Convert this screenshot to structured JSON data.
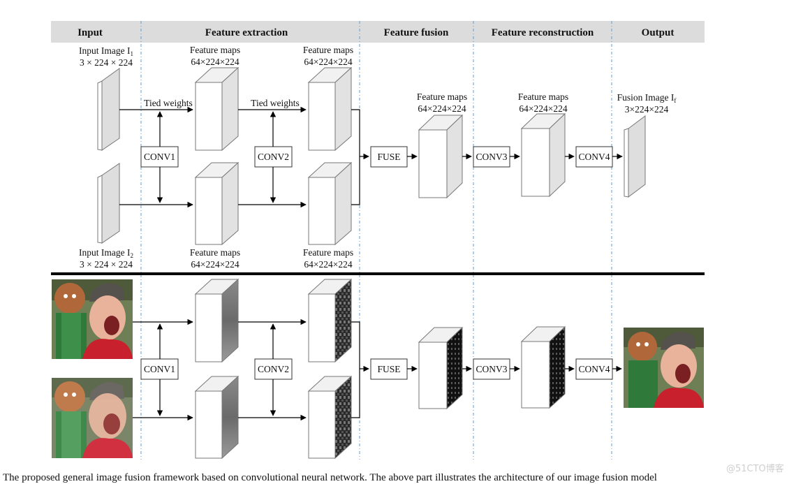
{
  "headers": {
    "input": "Input",
    "feature_extraction": "Feature extraction",
    "feature_fusion": "Feature fusion",
    "feature_reconstruction": "Feature reconstruction",
    "output": "Output"
  },
  "labels": {
    "input_image_1": "Input Image I",
    "input_image_1_sub": "1",
    "input_image_2": "Input Image I",
    "input_image_2_sub": "2",
    "input_dims": "3 × 224 × 224",
    "feature_maps": "Feature maps",
    "feature_dims": "64×224×224",
    "tied_weights": "Tied weights",
    "fusion_image": "Fusion Image I",
    "fusion_image_sub": "f",
    "fusion_dims": "3×224×224"
  },
  "ops": {
    "conv1": "CONV1",
    "conv2": "CONV2",
    "fuse": "FUSE",
    "conv3": "CONV3",
    "conv4": "CONV4"
  },
  "caption": "The proposed general image fusion framework based on convolutional neural network. The above part illustrates the architecture of our image fusion model",
  "watermark": "@51CTO博客",
  "colors": {
    "header_band": "#dcdcdc",
    "divider": "#5b9bd5",
    "cube_face": "#ffffff",
    "cube_side": "#e2e2e2",
    "cube_top": "#f1f1f1",
    "thin_side": "#dedede",
    "separator": "#000000",
    "kid_skin": "#e8b39a",
    "shirt_red": "#c8202c",
    "cookie": "#b0683a",
    "icing_green": "#2f7a3a",
    "hat": "#55514d",
    "background_foliage": "#6f7f55"
  }
}
